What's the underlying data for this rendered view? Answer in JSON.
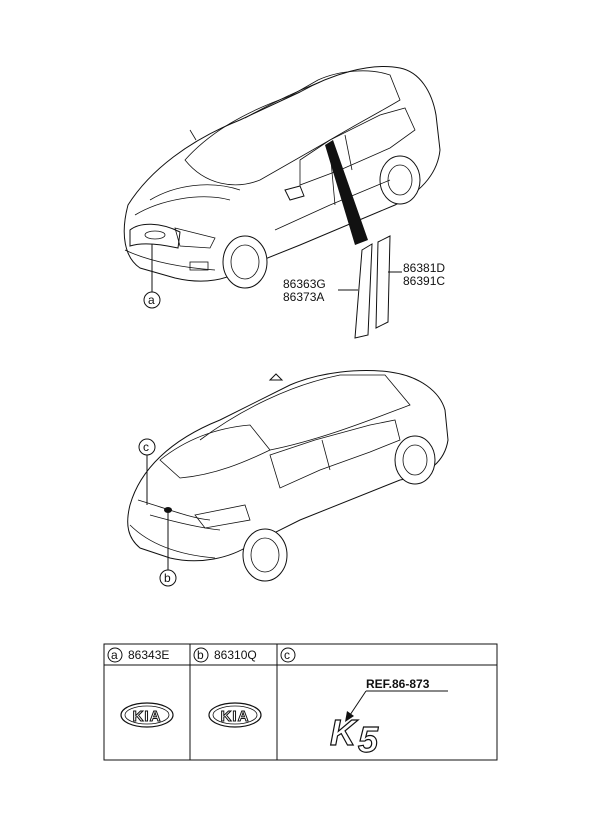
{
  "front_view": {
    "callout_a": "a",
    "pillar_left_labels": [
      "86363G",
      "86373A"
    ],
    "pillar_right_labels": [
      "86381D",
      "86391C"
    ]
  },
  "rear_view": {
    "callout_c": "c",
    "callout_b": "b"
  },
  "table": {
    "col_a": {
      "letter": "a",
      "part": "86343E",
      "emblem": "KIA"
    },
    "col_b": {
      "letter": "b",
      "part": "86310Q",
      "emblem": "KIA"
    },
    "col_c": {
      "letter": "c",
      "ref": "REF.86-873",
      "badge_letter": "K",
      "badge_number": "5"
    }
  }
}
